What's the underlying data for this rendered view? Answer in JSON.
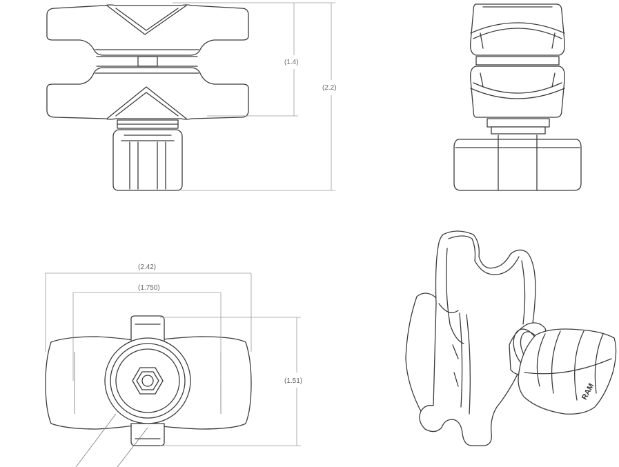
{
  "dimensions": {
    "front_height_inner": "(1.4)",
    "front_height_total": "(2.2)",
    "top_width_total": "(2.42)",
    "top_width_inner": "(1.750)",
    "top_depth": "(1.51)"
  },
  "logo_text": "RAM",
  "colors": {
    "line": "#3a3a3a",
    "dimension": "#9a9a9a",
    "background": "#ffffff"
  }
}
